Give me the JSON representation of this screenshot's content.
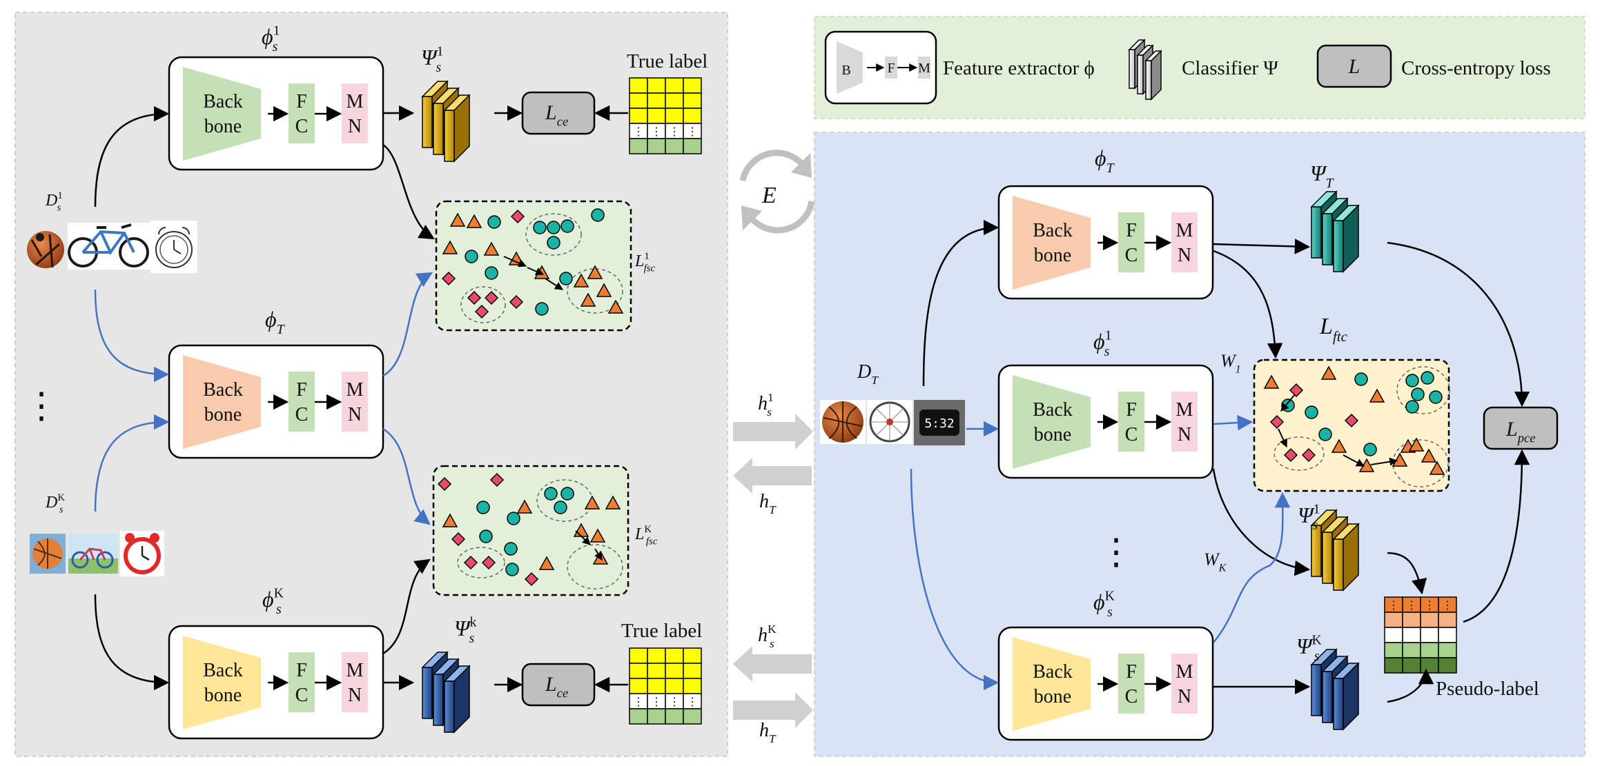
{
  "block": {
    "backbone_line1": "Back",
    "backbone_line2": "bone",
    "fc_line1": "F",
    "fc_line2": "C",
    "mn_line1": "M",
    "mn_line2": "N"
  },
  "legend": {
    "mini_b": "B",
    "mini_f": "F",
    "mini_m": "M",
    "feature_extractor": "Feature extractor ϕ",
    "classifier": "Classifier Ψ",
    "loss_symbol": "L",
    "ce_loss": "Cross-entropy loss"
  },
  "left": {
    "phi_s1": "ϕ",
    "phi_s1_sub": "s",
    "phi_s1_sup": "1",
    "phi_t": "ϕ",
    "phi_t_sub": "T",
    "phi_sk": "ϕ",
    "phi_sk_sub": "s",
    "phi_sk_sup": "K",
    "psi_s1": "Ψ",
    "psi_s1_sub": "s",
    "psi_s1_sup": "1",
    "psi_sk": "Ψ",
    "psi_sk_sub": "s",
    "psi_sk_sup": "k",
    "lce": "L",
    "lce_sub": "ce",
    "true_label": "True label",
    "ds1": "D",
    "ds1_sub": "s",
    "ds1_sup": "1",
    "dsk": "D",
    "dsk_sub": "s",
    "dsk_sup": "K",
    "lfsc1": "L",
    "lfsc1_sub": "fsc",
    "lfsc1_sup": "1",
    "lfsck": "L",
    "lfsck_sub": "fsc",
    "lfsck_sup": "K",
    "vdots": "⋮"
  },
  "middle": {
    "e": "E",
    "hs1": "h",
    "hs1_sub": "s",
    "hs1_sup": "1",
    "ht": "h",
    "ht_sub": "T",
    "hsk": "h",
    "hsk_sub": "s",
    "hsk_sup": "K",
    "ht2": "h",
    "ht2_sub": "T"
  },
  "right": {
    "phi_t": "ϕ",
    "phi_t_sub": "T",
    "phi_s1": "ϕ",
    "phi_s1_sub": "s",
    "phi_s1_sup": "1",
    "phi_sk": "ϕ",
    "phi_sk_sub": "s",
    "phi_sk_sup": "K",
    "psi_t": "Ψ",
    "psi_t_sub": "T",
    "psi_s1": "Ψ",
    "psi_s1_sub": "s",
    "psi_s1_sup": "1",
    "psi_sk": "Ψ",
    "psi_sk_sub": "s",
    "psi_sk_sup": "K",
    "dt": "D",
    "dt_sub": "T",
    "lftc": "L",
    "lftc_sub": "ftc",
    "w1": "W",
    "w1_sub": "1",
    "wk": "W",
    "wk_sub": "K",
    "lpce": "L",
    "lpce_sub": "pce",
    "pseudo_label": "Pseudo-label",
    "clock_text": "5:32",
    "vdots": "⋮"
  },
  "colors": {
    "left_panel": "#e6e6e6",
    "legend_panel": "#e2f0d9",
    "right_panel": "#dae3f3",
    "backbone_source1": "#c5e0b4",
    "backbone_target": "#f8cbad",
    "backbone_sourcek": "#ffe699",
    "fc": "#c5e0b4",
    "mn": "#f6d5dc",
    "feature_panel": "#e2f0d9",
    "feature_panel_right": "#fff2cc",
    "circle": "#1ab3a6",
    "triangle": "#ed7d31",
    "diamond": "#e84a6b",
    "arrow_blue": "#4472c4",
    "classifier_gold": "#d4a30a",
    "classifier_blue": "#2f5597",
    "classifier_teal": "#1a9e91"
  }
}
